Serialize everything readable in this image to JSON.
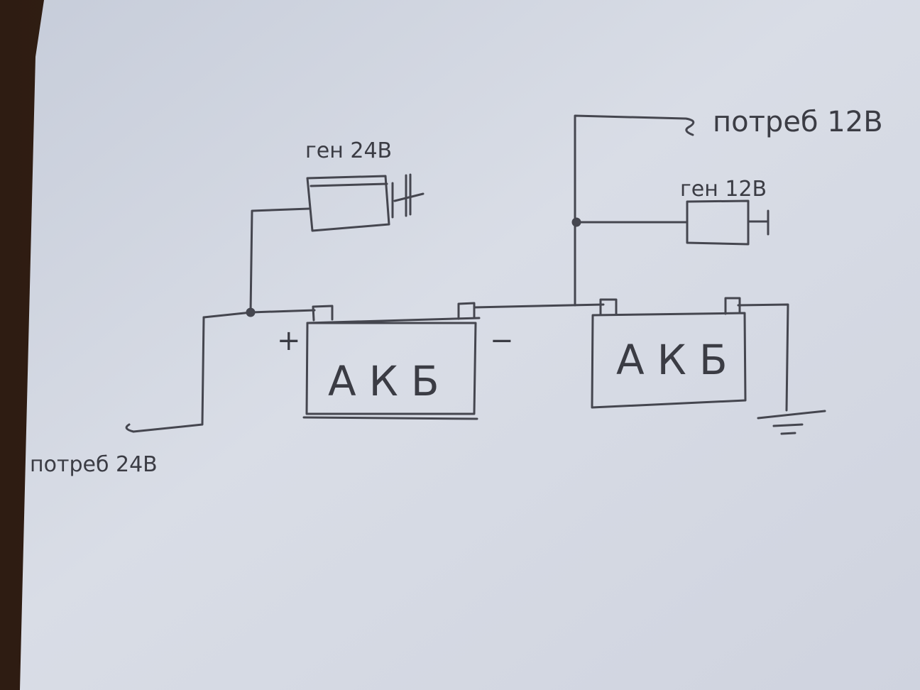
{
  "labels": {
    "gen_24": "ген 24В",
    "gen_12": "ген 12В",
    "load_12": "потреб 12В",
    "load_24": "потреб 24В",
    "battery_left": "АКБ",
    "battery_right": "АКБ",
    "plus": "+",
    "minus": "−"
  }
}
